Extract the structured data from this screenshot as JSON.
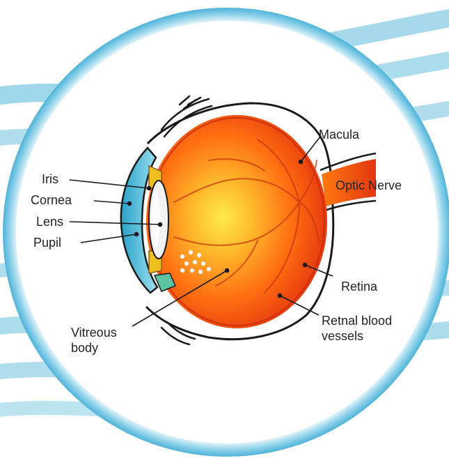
{
  "labels": {
    "iris": "Iris",
    "cornea": "Cornea",
    "lens": "Lens",
    "pupil": "Pupil",
    "vitreous": "Vitreous\nbody",
    "macula": "Macula",
    "optic_nerve": "Optic Nerve",
    "retina": "Retina",
    "retinal_vessels": "Retnal blood\nvessels"
  },
  "colors": {
    "background_stripes": "#7fc6e0",
    "ring": "#5bb8dc",
    "eyeball_center": "#ffe23a",
    "eyeball_mid": "#ff8a14",
    "eyeball_edge": "#e5300e",
    "cornea": "#4fb8d8",
    "outline": "#1a1a1a"
  }
}
